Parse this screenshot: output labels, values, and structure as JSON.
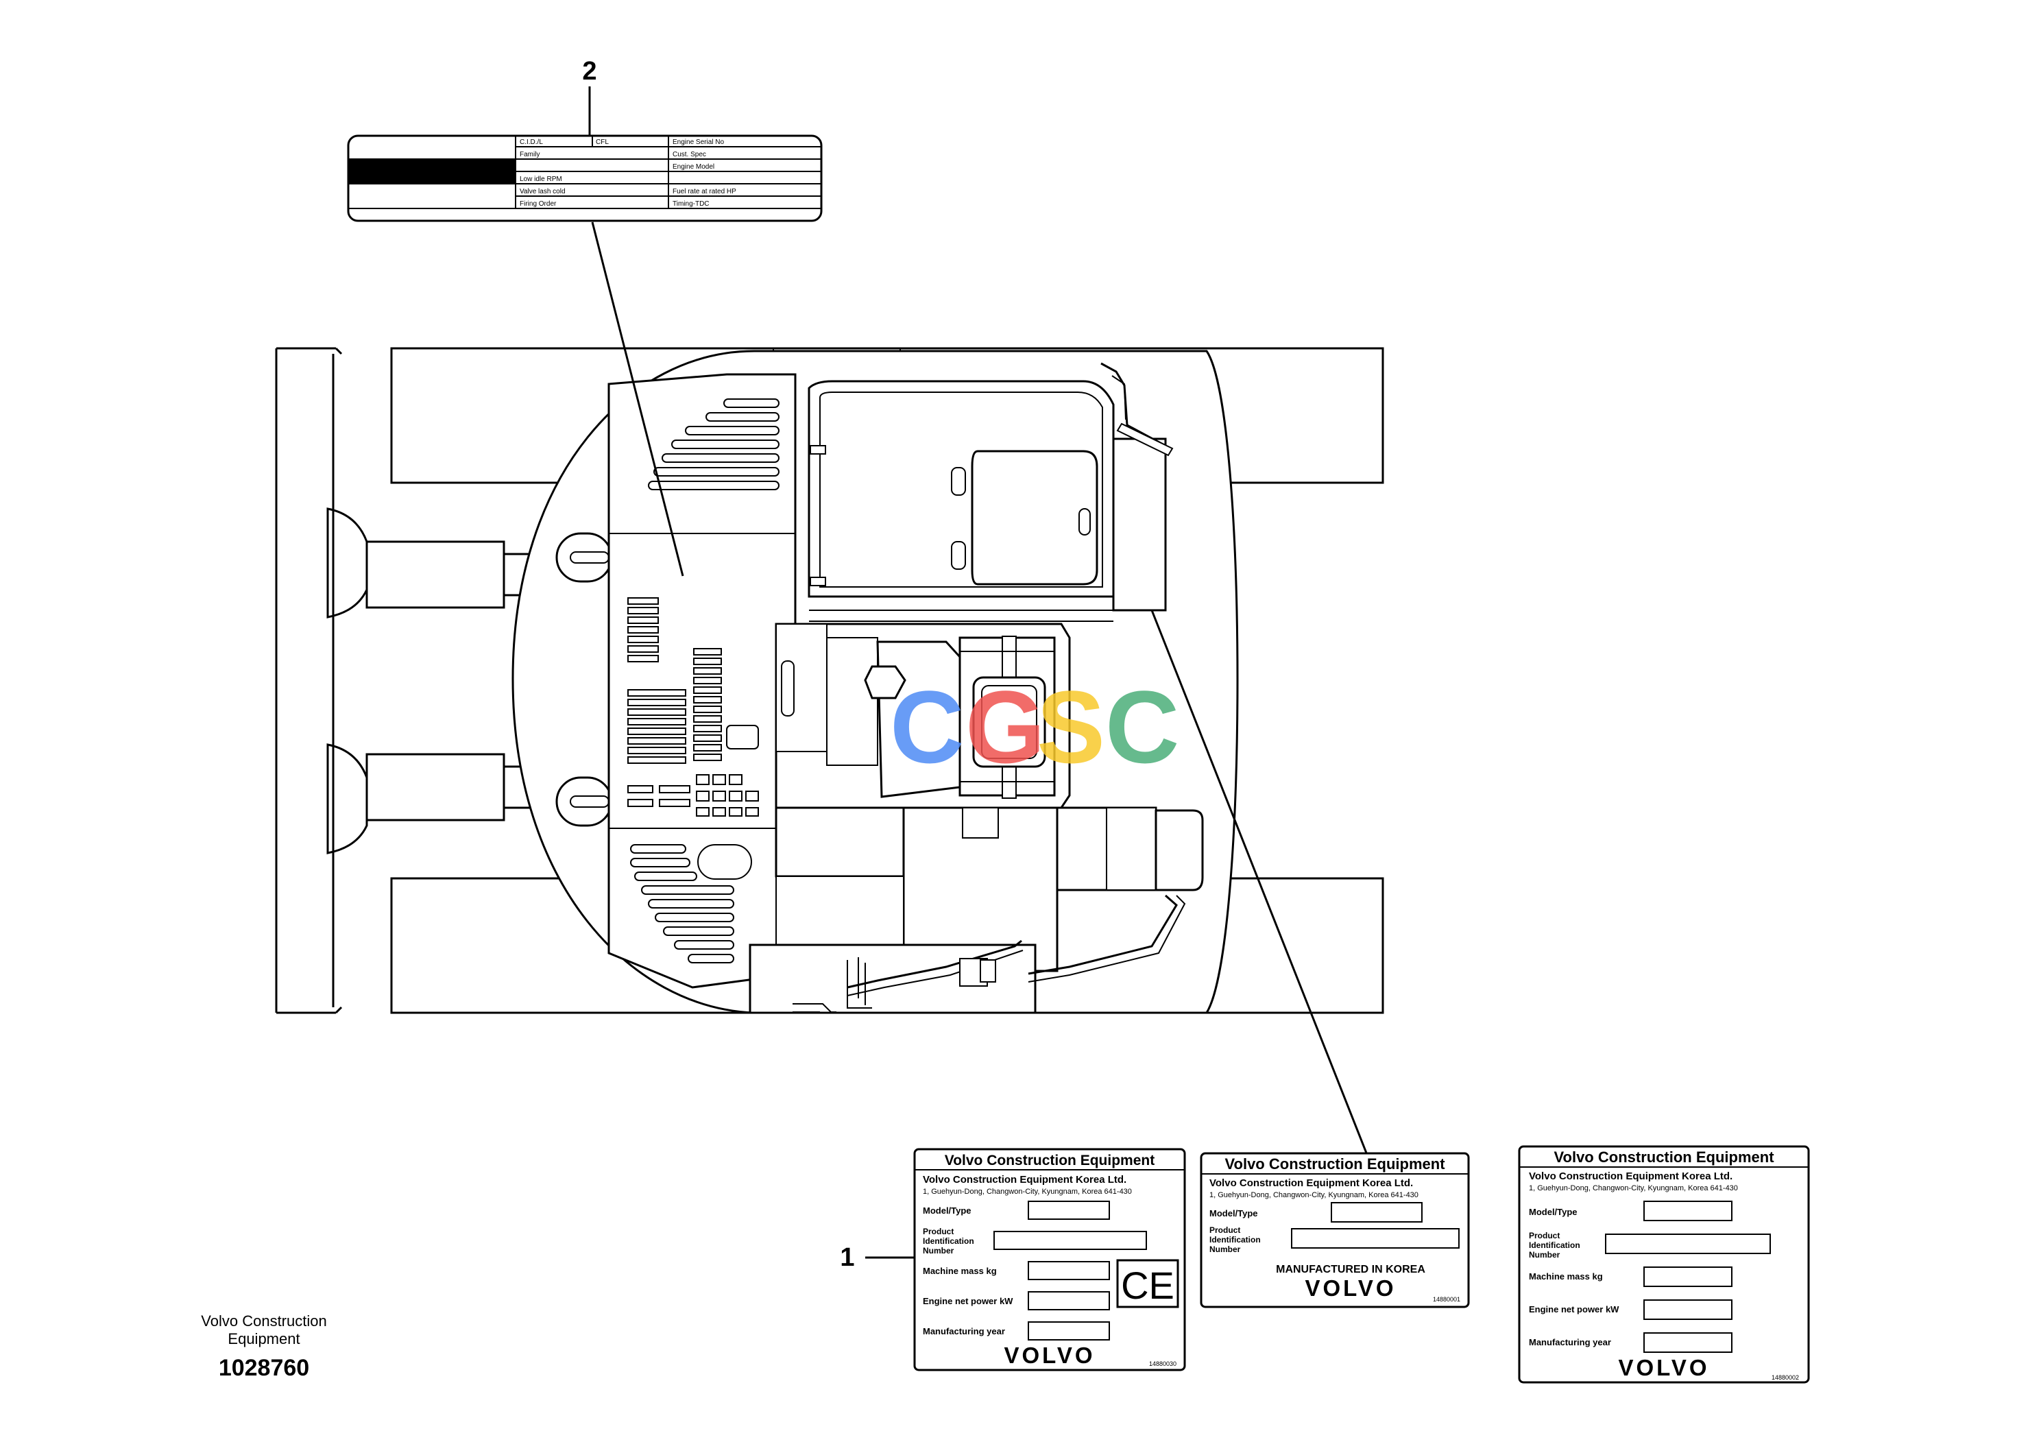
{
  "callouts": {
    "one": "1",
    "two": "2"
  },
  "document": {
    "company_line1": "Volvo Construction",
    "company_line2": "Equipment",
    "number": "1028760"
  },
  "watermark": {
    "letters": [
      "C",
      "G",
      "S",
      "C"
    ],
    "colors": [
      "#4e8bf5",
      "#ef5350",
      "#f9c92c",
      "#4caf7a"
    ]
  },
  "engine_plate": {
    "rows": [
      {
        "c1": "C.I.D./L",
        "c2": "CFL",
        "c3": "Engine Serial No"
      },
      {
        "c1": "Family",
        "c2": "",
        "c3": "Cust. Spec"
      },
      {
        "c1": "",
        "c2": "",
        "c3": "Engine Model"
      },
      {
        "c1": "Low idle RPM",
        "c2": "",
        "c3": ""
      },
      {
        "c1": "Valve lash cold",
        "c2": "",
        "c3": "Fuel rate at rated HP"
      },
      {
        "c1": "Firing Order",
        "c2": "",
        "c3": "Timing-TDC"
      }
    ]
  },
  "plate_left": {
    "title": "Volvo Construction Equipment",
    "company": "Volvo Construction Equipment Korea Ltd.",
    "address": "1, Guehyun-Dong, Changwon-City, Kyungnam, Korea 641-430",
    "model_type": "Model/Type",
    "pin_1": "Product",
    "pin_2": "Identification",
    "pin_3": "Number",
    "mass": "Machine mass kg",
    "power": "Engine net power kW",
    "year": "Manufacturing year",
    "ce": "CE",
    "brand": "VOLVO",
    "part_no": "14880030"
  },
  "plate_middle": {
    "title": "Volvo Construction Equipment",
    "company": "Volvo Construction Equipment Korea Ltd.",
    "address": "1, Guehyun-Dong, Changwon-City, Kyungnam, Korea 641-430",
    "model_type": "Model/Type",
    "pin_1": "Product",
    "pin_2": "Identification",
    "pin_3": "Number",
    "made_in": "MANUFACTURED IN KOREA",
    "brand": "VOLVO",
    "part_no": "14880001"
  },
  "plate_right": {
    "title": "Volvo Construction Equipment",
    "company": "Volvo Construction Equipment Korea Ltd.",
    "address": "1, Guehyun-Dong, Changwon-City, Kyungnam, Korea 641-430",
    "model_type": "Model/Type",
    "pin_1": "Product",
    "pin_2": "Identification",
    "pin_3": "Number",
    "mass": "Machine mass kg",
    "power": "Engine net power kW",
    "year": "Manufacturing year",
    "brand": "VOLVO",
    "part_no": "14880002"
  }
}
